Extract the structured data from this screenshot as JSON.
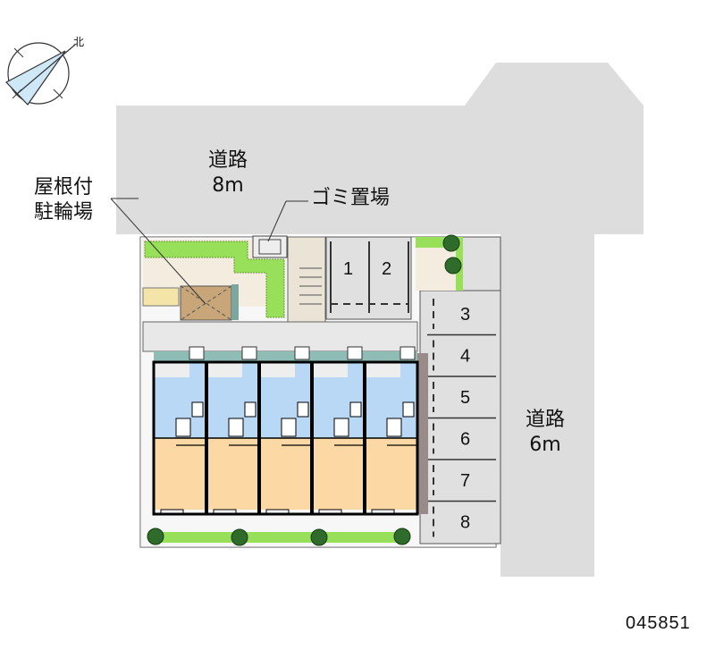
{
  "compass": {
    "north_label": "北"
  },
  "roads": [
    {
      "name": "道路",
      "width": "8m"
    },
    {
      "name": "道路",
      "width": "6m"
    }
  ],
  "labels": {
    "bike_parking_line1": "屋根付",
    "bike_parking_line2": "駐輪場",
    "garbage": "ゴミ置場"
  },
  "parking_spaces": [
    "1",
    "2",
    "3",
    "4",
    "5",
    "6",
    "7",
    "8"
  ],
  "building": {
    "units": 5
  },
  "colors": {
    "road": "#dddddd",
    "green": "#99e05a",
    "blue_area": "#b8d8f5",
    "room": "#fcd9a4",
    "roof": "#c9a57a",
    "parking": "#e0e0e0"
  },
  "property_code": "045851"
}
